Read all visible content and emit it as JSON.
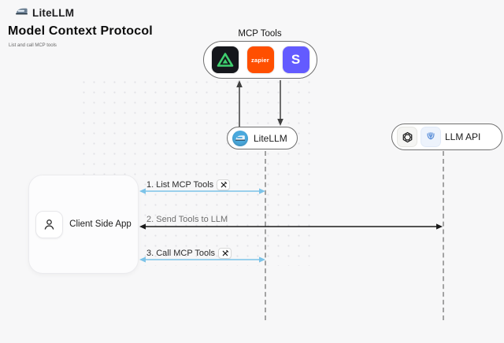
{
  "header": {
    "brand": "LiteLLM",
    "title": "Model Context Protocol",
    "subtitle": "List and call MCP tools"
  },
  "mcp": {
    "label": "MCP Tools",
    "tools": [
      {
        "name": "green-triangle-tool"
      },
      {
        "name": "zapier",
        "text": "zapier"
      },
      {
        "name": "stripe",
        "text": "S"
      }
    ]
  },
  "nodes": {
    "litellm": {
      "label": "LiteLLM"
    },
    "llm_api": {
      "label": "LLM API"
    },
    "client": {
      "label": "Client Side App"
    }
  },
  "steps": [
    {
      "label": "1. List MCP Tools",
      "has_tools_badge": true
    },
    {
      "label": "2. Send Tools to LLM",
      "has_tools_badge": false
    },
    {
      "label": "3. Call MCP Tools",
      "has_tools_badge": true
    }
  ],
  "colors": {
    "background": "#f7f7f8",
    "accent_blue": "#7cc3e8",
    "arrow_black": "#1b1b1b",
    "zapier_orange": "#ff4f00",
    "stripe_indigo": "#635bff",
    "tool_green": "#3fd06f",
    "litellm_blue": "#4aa9dd"
  }
}
